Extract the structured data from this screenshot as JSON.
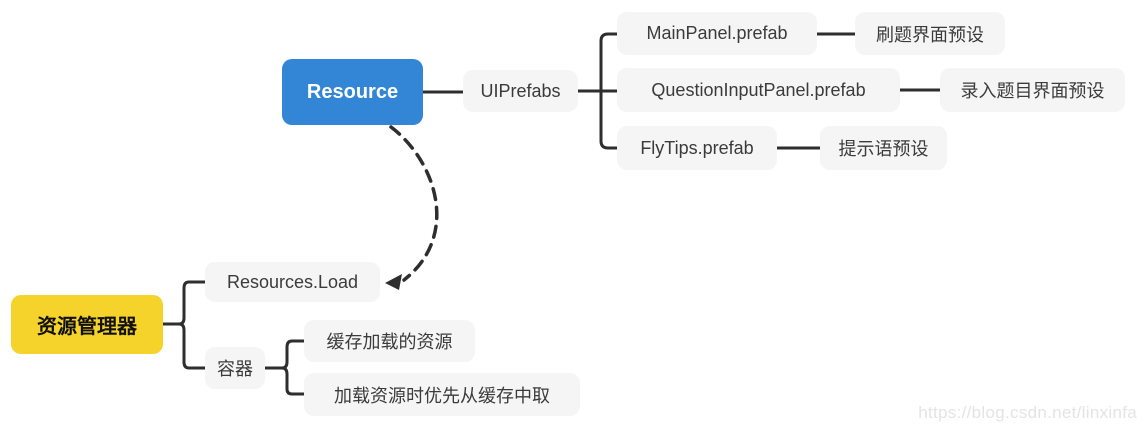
{
  "mindmap": {
    "resource_tree": {
      "root": {
        "label": "Resource",
        "color": "#3385d6"
      },
      "group": {
        "label": "UIPrefabs"
      },
      "children": [
        {
          "label": "MainPanel.prefab",
          "note": "刷题界面预设"
        },
        {
          "label": "QuestionInputPanel.prefab",
          "note": "录入题目界面预设"
        },
        {
          "label": "FlyTips.prefab",
          "note": "提示语预设"
        }
      ]
    },
    "manager_tree": {
      "root": {
        "label": "资源管理器",
        "color": "#f5d32a"
      },
      "children": [
        {
          "label": "Resources.Load"
        },
        {
          "label": "容器",
          "children": [
            {
              "label": "缓存加载的资源"
            },
            {
              "label": "加载资源时优先从缓存中取"
            }
          ]
        }
      ]
    },
    "dashed_link": {
      "from": "Resource",
      "to": "Resources.Load",
      "style": "dashed-arrow"
    }
  },
  "colors": {
    "root_blue": "#3385d6",
    "root_yellow": "#f5d32a",
    "node_gray": "#f5f5f5",
    "line": "#2e2e2e",
    "node_text": "#3b3b3b",
    "watermark": "#e4e4e4"
  },
  "watermark": "https://blog.csdn.net/linxinfa"
}
